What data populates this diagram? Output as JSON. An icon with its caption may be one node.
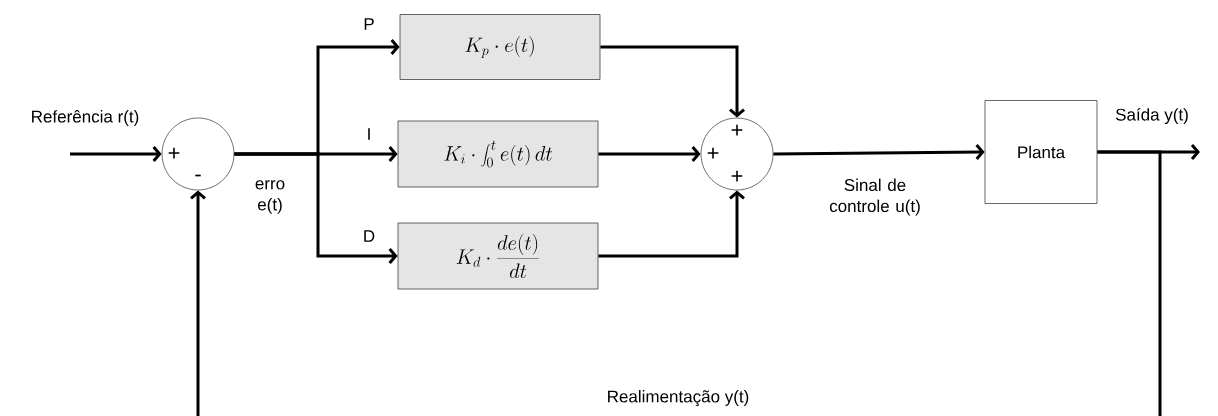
{
  "diagram": {
    "nodes": [
      {
        "text": [
          "+",
          "-"
        ]
      },
      {
        "text": [
          "K_p \\cdot e(t)"
        ]
      },
      {
        "text": [
          "K_i \\cdot \\int_0^t e(t)\\, dt"
        ]
      },
      {
        "text": [
          "K_d \\cdot \\frac{de(t)}{dt}"
        ]
      },
      {
        "text": [
          "+",
          "+",
          "+"
        ]
      },
      {
        "text": [
          "Planta"
        ]
      }
    ],
    "edges": [
      {
        "from": null,
        "to": 0,
        "arrow": "to",
        "label": "Referência r(t)"
      },
      {
        "from": 0,
        "to": 1,
        "arrow": "to",
        "label": "P"
      },
      {
        "from": 0,
        "to": 2,
        "arrow": "to",
        "label": "I"
      },
      {
        "from": 0,
        "to": 3,
        "arrow": "to",
        "label": "D"
      },
      {
        "from": 1,
        "to": 4,
        "arrow": "to"
      },
      {
        "from": 2,
        "to": 4,
        "arrow": "to"
      },
      {
        "from": 3,
        "to": 4,
        "arrow": "to"
      },
      {
        "from": 4,
        "to": 5,
        "arrow": "to",
        "label": "Sinal de controle u(t)"
      },
      {
        "from": 5,
        "to": null,
        "arrow": "to",
        "label": "Saída y(t)"
      },
      {
        "from": 5,
        "to": 0,
        "arrow": "to",
        "label": "Realimentação y(t)"
      }
    ],
    "labels": [
      "erro e(t)"
    ]
  }
}
